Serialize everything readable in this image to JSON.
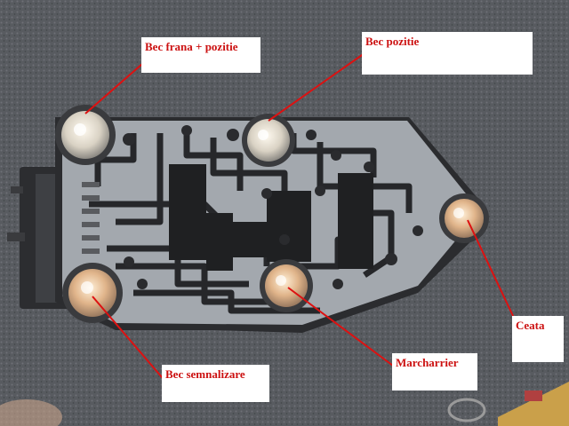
{
  "photo": {
    "subject": "tail-light bulb holder board with labelled bulbs"
  },
  "callouts": [
    {
      "id": "brake",
      "text": "Bec frana + pozitie"
    },
    {
      "id": "position",
      "text": "Bec pozitie"
    },
    {
      "id": "fog",
      "text": "Ceata"
    },
    {
      "id": "indicator",
      "text": "Bec semnalizare"
    },
    {
      "id": "reverse",
      "text": "Marcharrier"
    }
  ],
  "colors": {
    "background": "#5a5d62",
    "board": "#9aa0a8",
    "traces": "#2a2a2c",
    "bulb_glass": "#e8e2d6",
    "callout_text": "#cc1111",
    "leader_line": "#dd1111"
  }
}
